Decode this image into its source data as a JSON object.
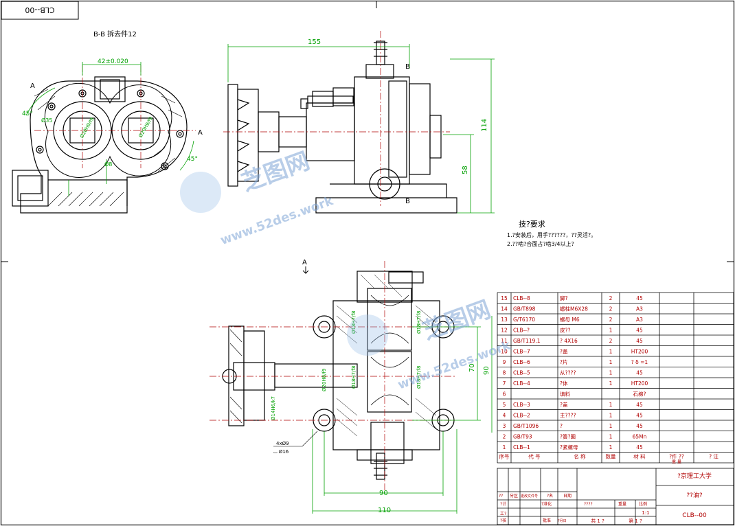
{
  "drawing_code_corner": "CLB--00",
  "section_title": "B-B 拆去件12",
  "views": {
    "section_labels": {
      "a_left": "A",
      "a_right": "A",
      "b_top": "B",
      "b_bottom": "B",
      "top_view_arrow": "A"
    },
    "section_dims": {
      "center_distance": "42±0.020",
      "angle_upper": "45°",
      "angle_lower": "45°",
      "dia_left": "Ø35",
      "dia_right": "Ø8",
      "fit_left": "Ø20H9/f9",
      "fit_right": "Ø20H9/f9",
      "small_dia": "Ø8"
    },
    "front_dims": {
      "width": "155",
      "height_total": "114",
      "height_center": "58"
    },
    "top_dims": {
      "width_bottom": "110",
      "width_mid": "90",
      "height_outer": "90",
      "height_inner": "70",
      "fit_shaft1": "Ø20H8/f9",
      "fit_shaft2": "Ø18H7/f8",
      "fit_right_top": "Ø18H7/f8",
      "fit_right_mid": "Ø18H7/f8",
      "fit_left_top": "Ø18H7/f8",
      "fit_pulley": "Ø14H6/k7",
      "keyway": "4xØ9",
      "counterbore": "⌴ Ø16"
    }
  },
  "tech_requirements": {
    "title": "技?要求",
    "lines": [
      "1.?安装后，用手??????，??灵活?。",
      "2.??啮?合面占?啮3/4以上？"
    ]
  },
  "bom": {
    "rows": [
      [
        "15",
        "CLB--8",
        "脚?",
        "2",
        "45",
        ""
      ],
      [
        "14",
        "GB/T898",
        "螺柱M6X28",
        "2",
        "A3",
        ""
      ],
      [
        "13",
        "G/T6170",
        "螺母 M6",
        "2",
        "A3",
        ""
      ],
      [
        "12",
        "CLB--?",
        "皮??",
        "1",
        "45",
        ""
      ],
      [
        "11",
        "GB/T119.1",
        "? 4X16",
        "2",
        "45",
        ""
      ],
      [
        "10",
        "CLB--7",
        "?盖",
        "1",
        "HT200",
        ""
      ],
      [
        "9",
        "CLB--6",
        "?片",
        "1",
        "? δ =1",
        ""
      ],
      [
        "8",
        "CLB--5",
        "从????",
        "1",
        "45",
        ""
      ],
      [
        "7",
        "CLB--4",
        "?体",
        "1",
        "HT200",
        ""
      ],
      [
        "6",
        "",
        "填料",
        "",
        "石棉?",
        ""
      ],
      [
        "5",
        "CLB--3",
        "?盖",
        "1",
        "45",
        ""
      ],
      [
        "4",
        "CLB--2",
        "主????",
        "1",
        "45",
        ""
      ],
      [
        "3",
        "GB/T1096",
        "?",
        "1",
        "45",
        ""
      ],
      [
        "2",
        "GB/T93",
        "?簧?圈",
        "1",
        "65Mn",
        ""
      ],
      [
        "1",
        "CLB--1",
        "?紧螺母",
        "1",
        "45",
        ""
      ]
    ],
    "header": [
      "序号",
      "代 号",
      "名 称",
      "数量",
      "材 料",
      "?件 ??",
      "? 注"
    ],
    "header_sub": "重 量"
  },
  "title_block": {
    "school": "?京理工大学",
    "name": "??油?",
    "code": "CLB--00",
    "scale": "1:1",
    "sheet_count": "共 1 ?",
    "sheet_no": "第 1 ?",
    "labels": {
      "mark": "??",
      "zone": "分区",
      "change_doc": "更改文件号",
      "sign": "?名",
      "date": "日期",
      "design": "?计",
      "std": "?准化",
      "review": "?核",
      "process": "工?",
      "approve": "批准",
      "stage_mark": "????",
      "weight": "重量",
      "ratio": "比例",
      "ymd": "?月日"
    }
  },
  "watermark": {
    "brand": "芝图网",
    "url": "www.52des.work"
  }
}
